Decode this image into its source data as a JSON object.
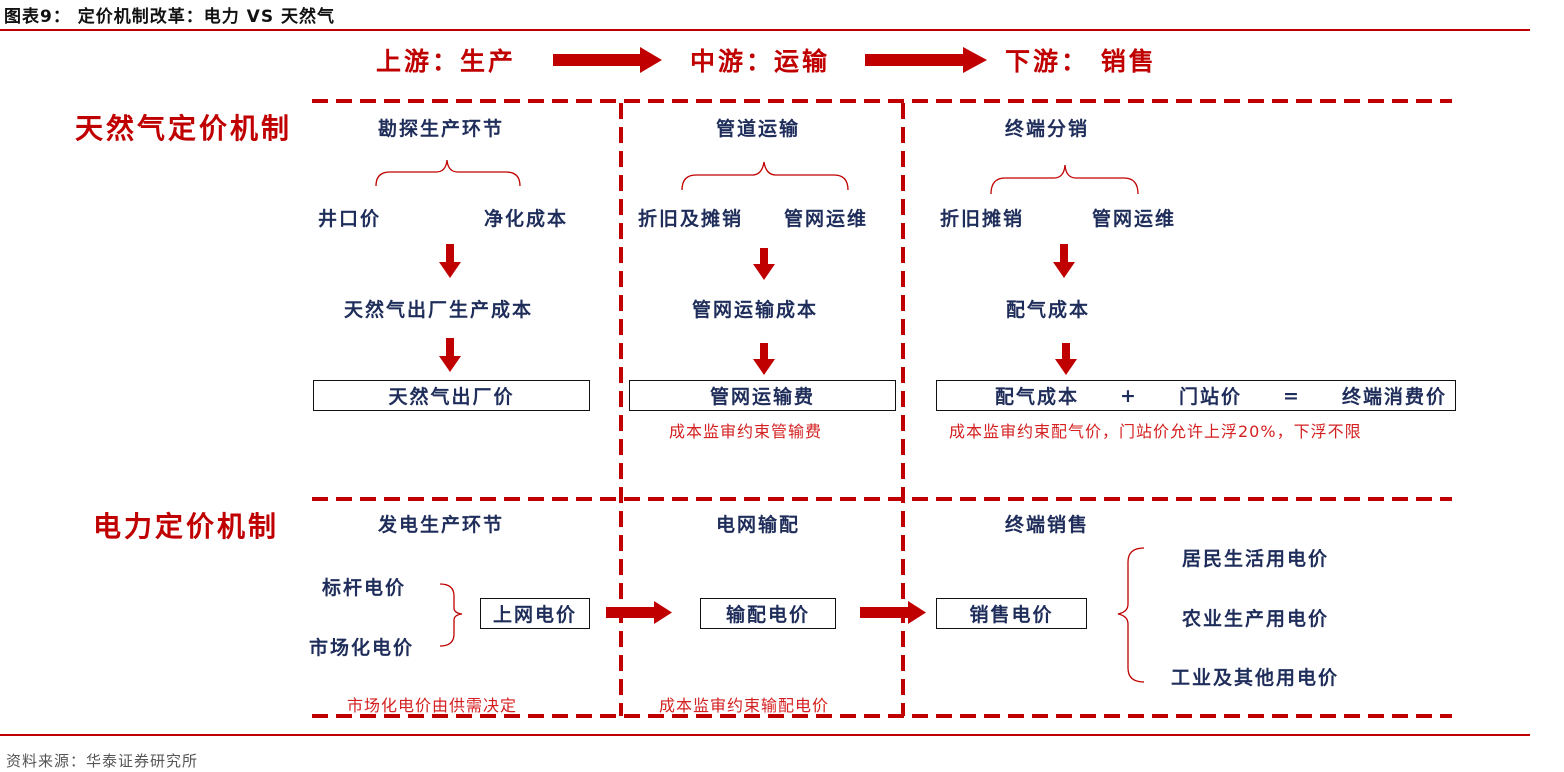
{
  "figure_title": "图表9：   定价机制改革：电力 VS 天然气",
  "stages": {
    "upstream": "上游：生产",
    "midstream": "中游：运输",
    "downstream": "下游：  销售"
  },
  "gas": {
    "section_title": "天然气定价机制",
    "col1": {
      "heading": "勘探生产环节",
      "item_a": "井口价",
      "item_b": "净化成本",
      "step": "天然气出厂生产成本",
      "box": "天然气出厂价"
    },
    "col2": {
      "heading": "管道运输",
      "item_a": "折旧及摊销",
      "item_b": "管网运维",
      "step": "管网运输成本",
      "box": "管网运输费",
      "note": "成本监审约束管输费"
    },
    "col3": {
      "heading": "终端分销",
      "item_a": "折旧摊销",
      "item_b": "管网运维",
      "step": "配气成本",
      "box_part1": "配气成本",
      "box_plus": "+",
      "box_part2": "门站价",
      "box_eq": "=",
      "box_part3": "终端消费价",
      "note": "成本监审约束配气价，门站价允许上浮20%，下浮不限"
    }
  },
  "power": {
    "section_title": "电力定价机制",
    "col1": {
      "heading": "发电生产环节",
      "item_a": "标杆电价",
      "item_b": "市场化电价",
      "box": "上网电价",
      "note": "市场化电价由供需决定"
    },
    "col2": {
      "heading": "电网输配",
      "box": "输配电价",
      "note": "成本监审约束输配电价"
    },
    "col3": {
      "heading": "终端销售",
      "box": "销售电价",
      "use1": "居民生活用电价",
      "use2": "农业生产用电价",
      "use3": "工业及其他用电价"
    }
  },
  "source": "资料来源：华泰证券研究所",
  "colors": {
    "accent_red": "#c00000",
    "navy_text": "#1f2d5a",
    "note_red": "#d42020"
  }
}
